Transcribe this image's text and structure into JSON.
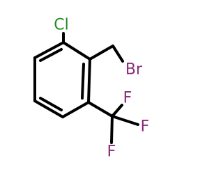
{
  "molecule": {
    "atoms": {
      "cl": {
        "symbol": "Cl",
        "color": "#228b22"
      },
      "br": {
        "symbol": "Br",
        "color": "#8b2d7a"
      },
      "f1": {
        "symbol": "F",
        "color": "#8b2d7a"
      },
      "f2": {
        "symbol": "F",
        "color": "#8b2d7a"
      },
      "f3": {
        "symbol": "F",
        "color": "#8b2d7a"
      }
    },
    "bond_color": "#000000"
  }
}
